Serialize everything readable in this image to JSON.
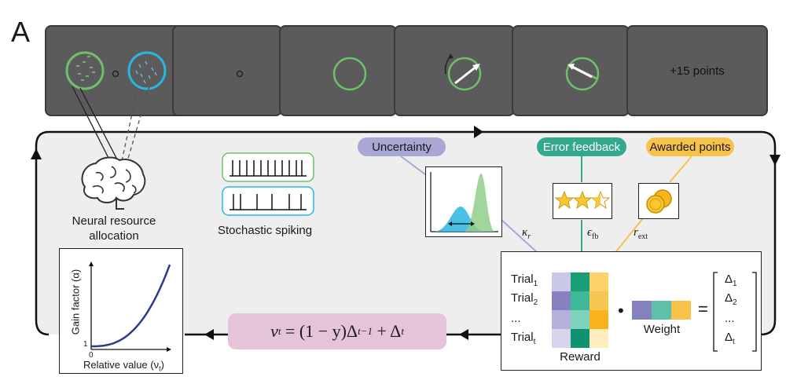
{
  "panel_letter": "A",
  "screens": {
    "points_text": "+15 points"
  },
  "labels": {
    "uncertainty": "Uncertainty",
    "error_feedback": "Error feedback",
    "awarded_points": "Awarded points",
    "neural_resource_allocation_line1": "Neural resource",
    "neural_resource_allocation_line2": "allocation",
    "stochastic_spiking": "Stochastic spiking",
    "weight": "Weight",
    "reward": "Reward",
    "kappa": "κ",
    "kappa_sub": "r",
    "epsilon": "ϵ",
    "epsilon_sub": "fb",
    "r": "r",
    "r_sub": "ext"
  },
  "trials": [
    {
      "base": "Trial",
      "sub": "1"
    },
    {
      "base": "Trial",
      "sub": "2"
    },
    {
      "base": "...",
      "sub": ""
    },
    {
      "base": "Trial",
      "sub": "t"
    }
  ],
  "deltas": [
    {
      "base": "Δ",
      "sub": "1"
    },
    {
      "base": "Δ",
      "sub": "2"
    },
    {
      "base": "...",
      "sub": ""
    },
    {
      "base": "Δ",
      "sub": "t"
    }
  ],
  "equation": {
    "lhs": "ν",
    "lhs_sub": "t",
    "middle": " = (1 − y)Δ",
    "mid_sub": "t−1",
    "end": " + Δ",
    "end_sub": "t"
  },
  "gain_plot": {
    "ylabel": "Gain factor (α)",
    "xlabel": "Relative value (ν",
    "xlabel_sub": "t",
    "xlabel_close": ")",
    "y_tick": "1",
    "x_tick": "0"
  },
  "colors": {
    "screen_bg": "#5a5b5a",
    "green": "#6fc06a",
    "cyan": "#29b6e0",
    "purple": "#a9a7d4",
    "teal": "#33a98e",
    "yellow": "#f7c24a",
    "pink": "#e5c3d9",
    "curve": "#2b3a8f"
  },
  "reward_matrix_colors": [
    [
      "#c9c8e6",
      "#1a9e77",
      "#fcd36b"
    ],
    [
      "#8582c0",
      "#3fb89a",
      "#f8c752"
    ],
    [
      "#b3b1da",
      "#7fd2bd",
      "#f7b21c"
    ],
    [
      "#d6d5ec",
      "#109270",
      "#fdeebe"
    ]
  ],
  "weight_colors": [
    "#8582c0",
    "#5cc1a6",
    "#f7c24a"
  ]
}
